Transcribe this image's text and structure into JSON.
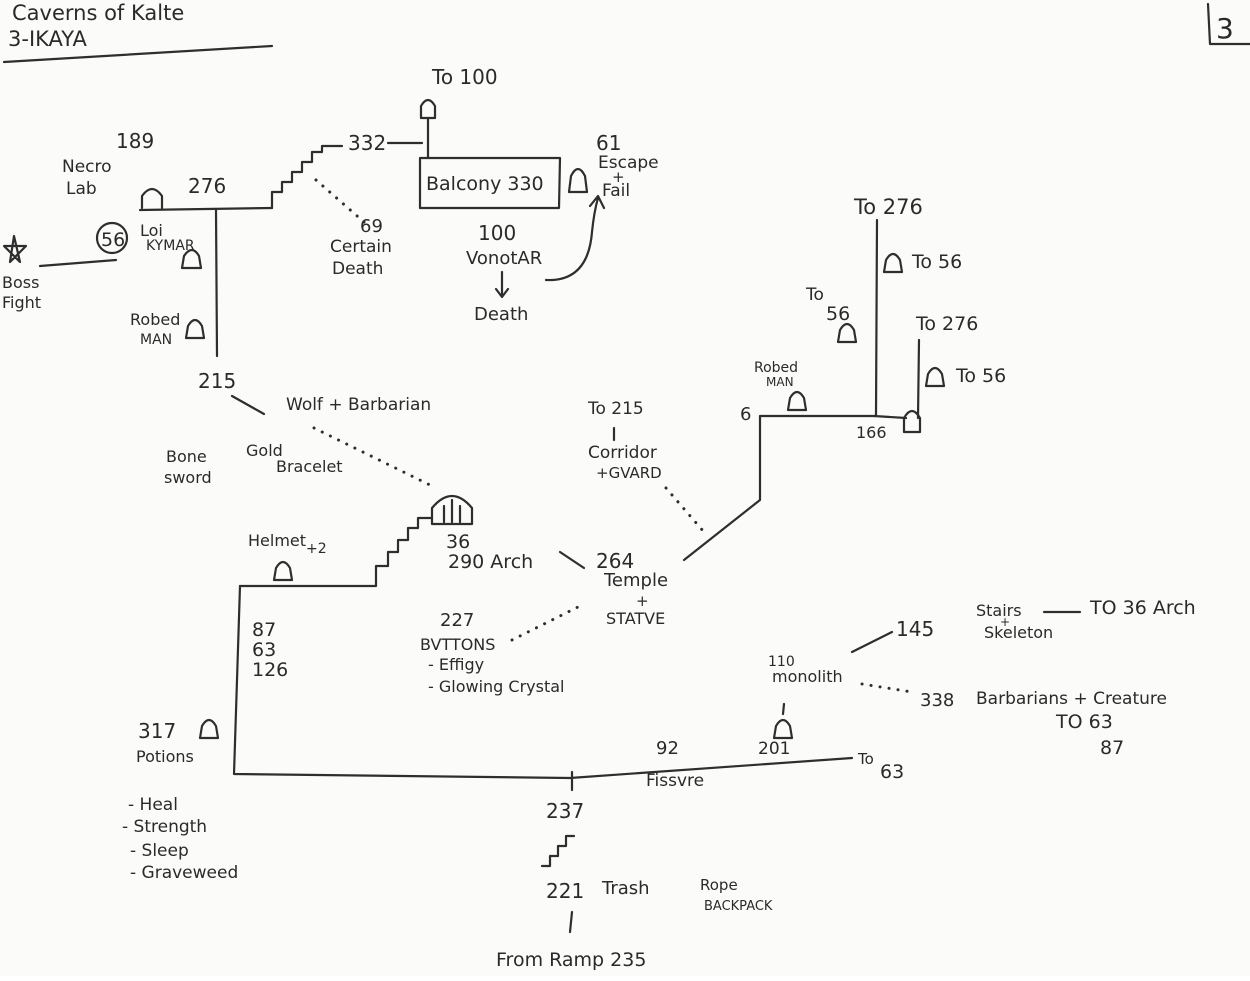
{
  "header": {
    "title_line1": "Caverns of Kalte",
    "title_line2": "3-IKAYA",
    "page_number": "3"
  },
  "labels": {
    "to_100_top": "To 100",
    "n332": "332",
    "balcony": "Balcony 330",
    "n61": "61",
    "escape": "Escape",
    "plus1": "+",
    "fail": "Fail",
    "n189": "189",
    "necro": "Necro",
    "lab": "Lab",
    "n276": "276",
    "n69": "69",
    "certain": "Certain",
    "death69": "Death",
    "n100": "100",
    "vonotar": "VonotAR",
    "death100": "Death",
    "to276_a": "To 276",
    "to56_a": "To 56",
    "to56_b": "To",
    "to56_b2": "56",
    "to276_b": "To 276",
    "to56_c": "To 56",
    "n56": "56",
    "loi": "Loi",
    "kymar": "KYMAR",
    "boss": "Boss",
    "fight": "Fight",
    "robed1": "Robed",
    "man1": "MAN",
    "robed2": "Robed",
    "man2": "MAN",
    "n215": "215",
    "wolf": "Wolf + Barbarian",
    "bone": "Bone",
    "sword": "sword",
    "gold": "Gold",
    "bracelet": "Bracelet",
    "to215": "To 215",
    "corridor": "Corridor",
    "guard": "+GVARD",
    "n6": "6",
    "n166": "166",
    "helmet": "Helmet",
    "plus2": "+2",
    "n36": "36",
    "n290": "290 Arch",
    "n264": "264",
    "temple": "Temple",
    "plus3": "+",
    "statue": "STATVE",
    "n227": "227",
    "buttons": "BVTTONS",
    "effigy": "- Effigy",
    "crystal": "- Glowing Crystal",
    "n87": "87",
    "n63": "63",
    "n126": "126",
    "n145": "145",
    "stairs": "Stairs",
    "plus4": "+",
    "skeleton": "Skeleton",
    "to36": "TO 36 Arch",
    "n110": "110",
    "monolith": "monolith",
    "n338": "338",
    "barbarians": "Barbarians + Creature",
    "to63_87": "TO 63",
    "n87b": "87",
    "n317": "317",
    "potions": "Potions",
    "heal": "- Heal",
    "strength": "- Strength",
    "sleep": "- Sleep",
    "graveweed": "- Graveweed",
    "n92": "92",
    "n201": "201",
    "to63": "To",
    "to63b": "63",
    "fissure": "Fissvre",
    "n237": "237",
    "n221": "221",
    "trash": "Trash",
    "rope": "Rope",
    "backpack": "BACKPACK",
    "from_ramp": "From Ramp 235"
  }
}
